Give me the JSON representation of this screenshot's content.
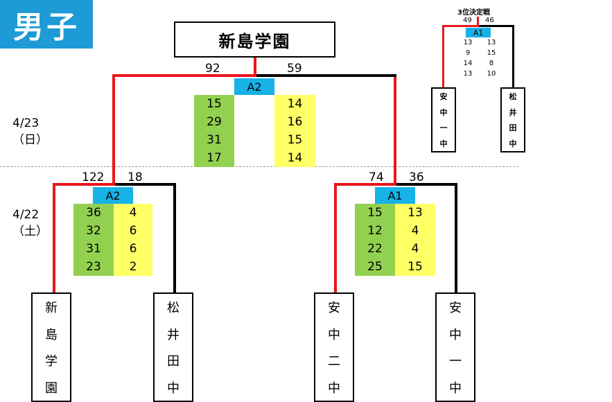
{
  "title": "男子",
  "champion": "新島学園",
  "dates": {
    "day2": [
      "4/23",
      "（日）"
    ],
    "day1": [
      "4/22",
      "（土）"
    ]
  },
  "final": {
    "court": "A2",
    "left_score": "92",
    "right_score": "59",
    "left_quarters": [
      "15",
      "29",
      "31",
      "17"
    ],
    "right_quarters": [
      "14",
      "16",
      "15",
      "14"
    ]
  },
  "semi_left": {
    "court": "A2",
    "left_score": "122",
    "right_score": "18",
    "left_quarters": [
      "36",
      "32",
      "31",
      "23"
    ],
    "right_quarters": [
      "4",
      "6",
      "6",
      "2"
    ]
  },
  "semi_right": {
    "court": "A1",
    "left_score": "74",
    "right_score": "36",
    "left_quarters": [
      "15",
      "12",
      "22",
      "25"
    ],
    "right_quarters": [
      "13",
      "4",
      "4",
      "15"
    ]
  },
  "teams": [
    [
      "新",
      "島",
      "学",
      "園"
    ],
    [
      "松",
      "井",
      "田",
      "中"
    ],
    [
      "安",
      "中",
      "二",
      "中"
    ],
    [
      "安",
      "中",
      "一",
      "中"
    ]
  ],
  "third_place": {
    "label": "3位決定戦",
    "court": "A1",
    "left_score": "49",
    "right_score": "46",
    "left_quarters": [
      "13",
      "9",
      "14",
      "13"
    ],
    "right_quarters": [
      "13",
      "15",
      "8",
      "10"
    ],
    "teams": [
      [
        "安",
        "中",
        "一",
        "中"
      ],
      [
        "松",
        "井",
        "田",
        "中"
      ]
    ]
  },
  "colors": {
    "winner_line": "#e8161d",
    "loser_line": "#000000",
    "court_badge": "#17b2e6",
    "winner_quarters": "#92d050",
    "loser_quarters": "#ffff66",
    "title_bg": "#1e9ad6"
  }
}
